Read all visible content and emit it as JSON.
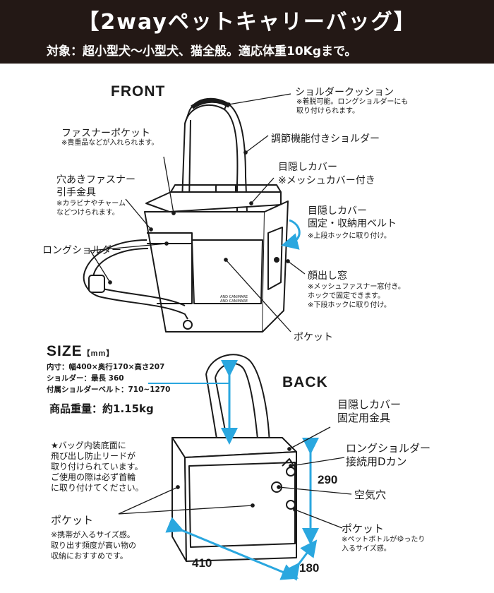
{
  "header": {
    "title": "【2wayペットキャリーバッグ】",
    "subtitle": "対象：超小型犬〜小型犬、猫全般。適応体重10Kgまで。"
  },
  "front": {
    "heading": "FRONT",
    "shoulder_cushion": "ショルダークッション",
    "shoulder_cushion_note": [
      "※着脱可能。ロングショルダーにも",
      "取り付けられます。"
    ],
    "adjustable_shoulder": "調節機能付きショルダー",
    "zipper_pocket": "ファスナーポケット",
    "zipper_pocket_note": "※貴重品などが入れられます。",
    "hole_zipper": [
      "穴あきファスナー",
      "引手金具"
    ],
    "hole_zipper_note": [
      "※カラビナやチャーム",
      "などつけられます。"
    ],
    "blind_cover": [
      "目隠しカバー",
      "※メッシュカバー付き"
    ],
    "blind_belt": [
      "目隠しカバー",
      "固定・収納用ベルト"
    ],
    "blind_belt_note": "※上段ホックに取り付け。",
    "long_shoulder": "ロングショルダー",
    "face_window": "顔出し窓",
    "face_window_note": [
      "※メッシュファスナー窓付き。",
      "ホックで固定できます。",
      "※下段ホックに取り付け。"
    ],
    "pocket": "ポケット"
  },
  "size": {
    "heading": "SIZE",
    "unit": "【mm】",
    "lines": [
      "内寸：幅400×奥行170×高さ207",
      "ショルダー：最長 360",
      "付属ショルダーベルト：710~1270"
    ],
    "weight": "商品重量：約1.15kg",
    "note": [
      "★バッグ内装底面に",
      "飛び出し防止リードが",
      "取り付けられています。",
      "ご使用の際は必ず首輪",
      "に取り付けてください。"
    ]
  },
  "back": {
    "heading": "BACK",
    "blind_fitting": [
      "目隠しカバー",
      "固定用金具"
    ],
    "long_shoulder_ring": [
      "ロングショルダー",
      "接続用Dカン"
    ],
    "air_hole": "空気穴",
    "pocket_right": "ポケット",
    "pocket_right_note": [
      "※ペットボトルがゆったり",
      "入るサイズ感。"
    ],
    "pocket_left": "ポケット",
    "pocket_left_note": [
      "※携帯が入るサイズ感。",
      "取り出す頻度が高い物の",
      "収納におすすめです。"
    ],
    "dims": {
      "height": "290",
      "width": "410",
      "depth": "180"
    }
  },
  "colors": {
    "header_bg": "#231815",
    "accent_arrow": "#2aa7df",
    "line": "#1a1a1a"
  },
  "logo_text": [
    "AND CANIMARE",
    "AND CANIMARE"
  ]
}
